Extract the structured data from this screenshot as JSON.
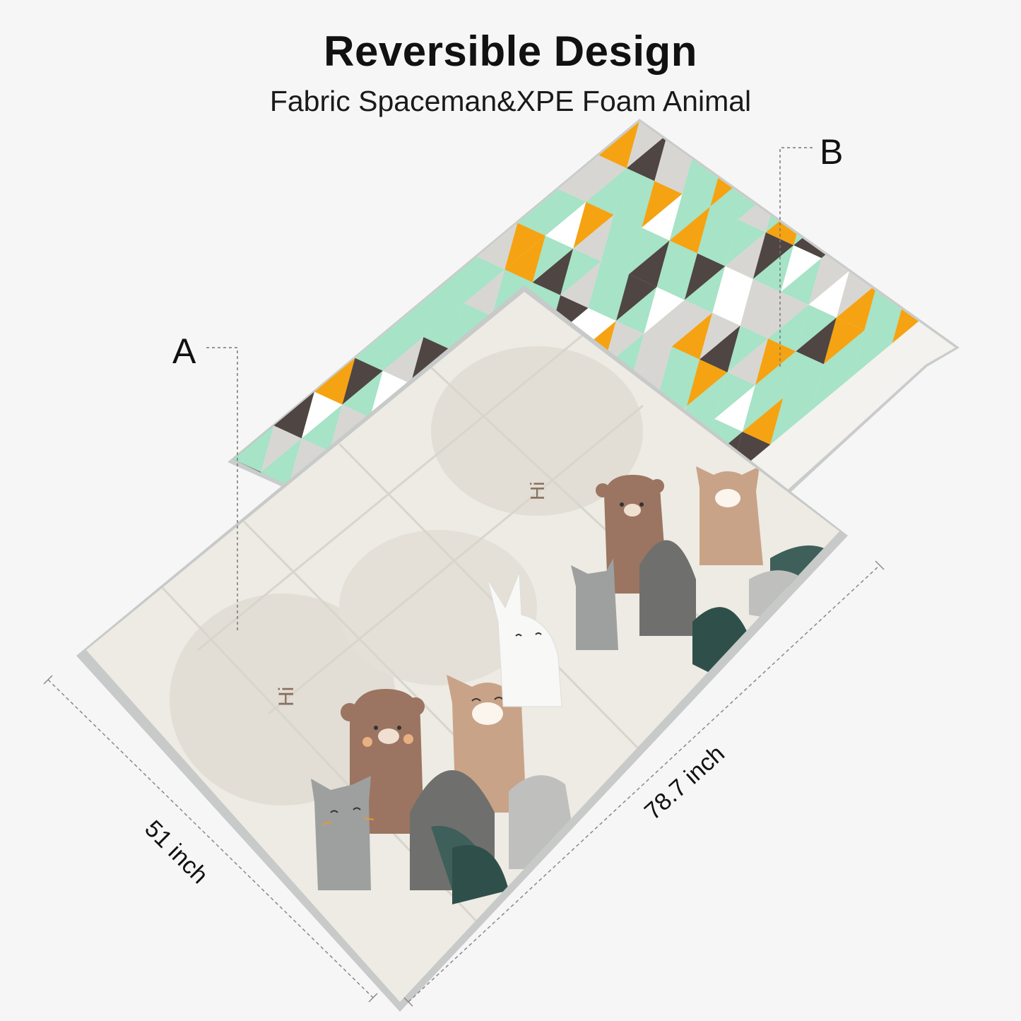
{
  "heading": {
    "title": "Reversible Design",
    "subtitle": "Fabric Spaceman&XPE Foam Animal"
  },
  "callouts": {
    "side_a": "A",
    "side_b": "B"
  },
  "dimensions": {
    "width_label": "51 inch",
    "length_label": "78.7 inch"
  },
  "mat_text": {
    "greeting_1": "Hi",
    "greeting_2": "Hi"
  },
  "colors": {
    "background": "#f6f6f6",
    "mint": "#a6e3c7",
    "orange": "#f5a312",
    "dark_brown": "#4f4542",
    "light_gray": "#d7d6d2",
    "bear_brown": "#9b7561",
    "fox_tan": "#c9a388",
    "mat_cream": "#edebe3"
  }
}
